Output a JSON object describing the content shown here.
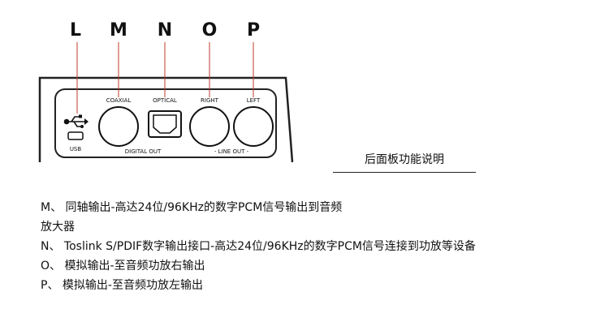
{
  "callouts": [
    "L",
    "M",
    "N",
    "O",
    "P"
  ],
  "ports": {
    "usb": "USB",
    "coaxial": "COAXIAL",
    "optical": "OPTICAL",
    "right": "RIGHT",
    "left": "LEFT",
    "digital_out": "DIGITAL OUT",
    "line_out": "- LINE OUT -"
  },
  "heading": "后面板功能说明",
  "descriptions": [
    "M、  同轴输出-高达24位/96KHz的数字PCM信号输出到音频",
    "放大器",
    "N、  Toslink S/PDIF数字输出接口-高达24位/96KHz的数字PCM信号连接到功放等设备",
    "O、  模拟输出-至音频功放右输出",
    "P、  模拟输出-至音频功放左输出"
  ]
}
